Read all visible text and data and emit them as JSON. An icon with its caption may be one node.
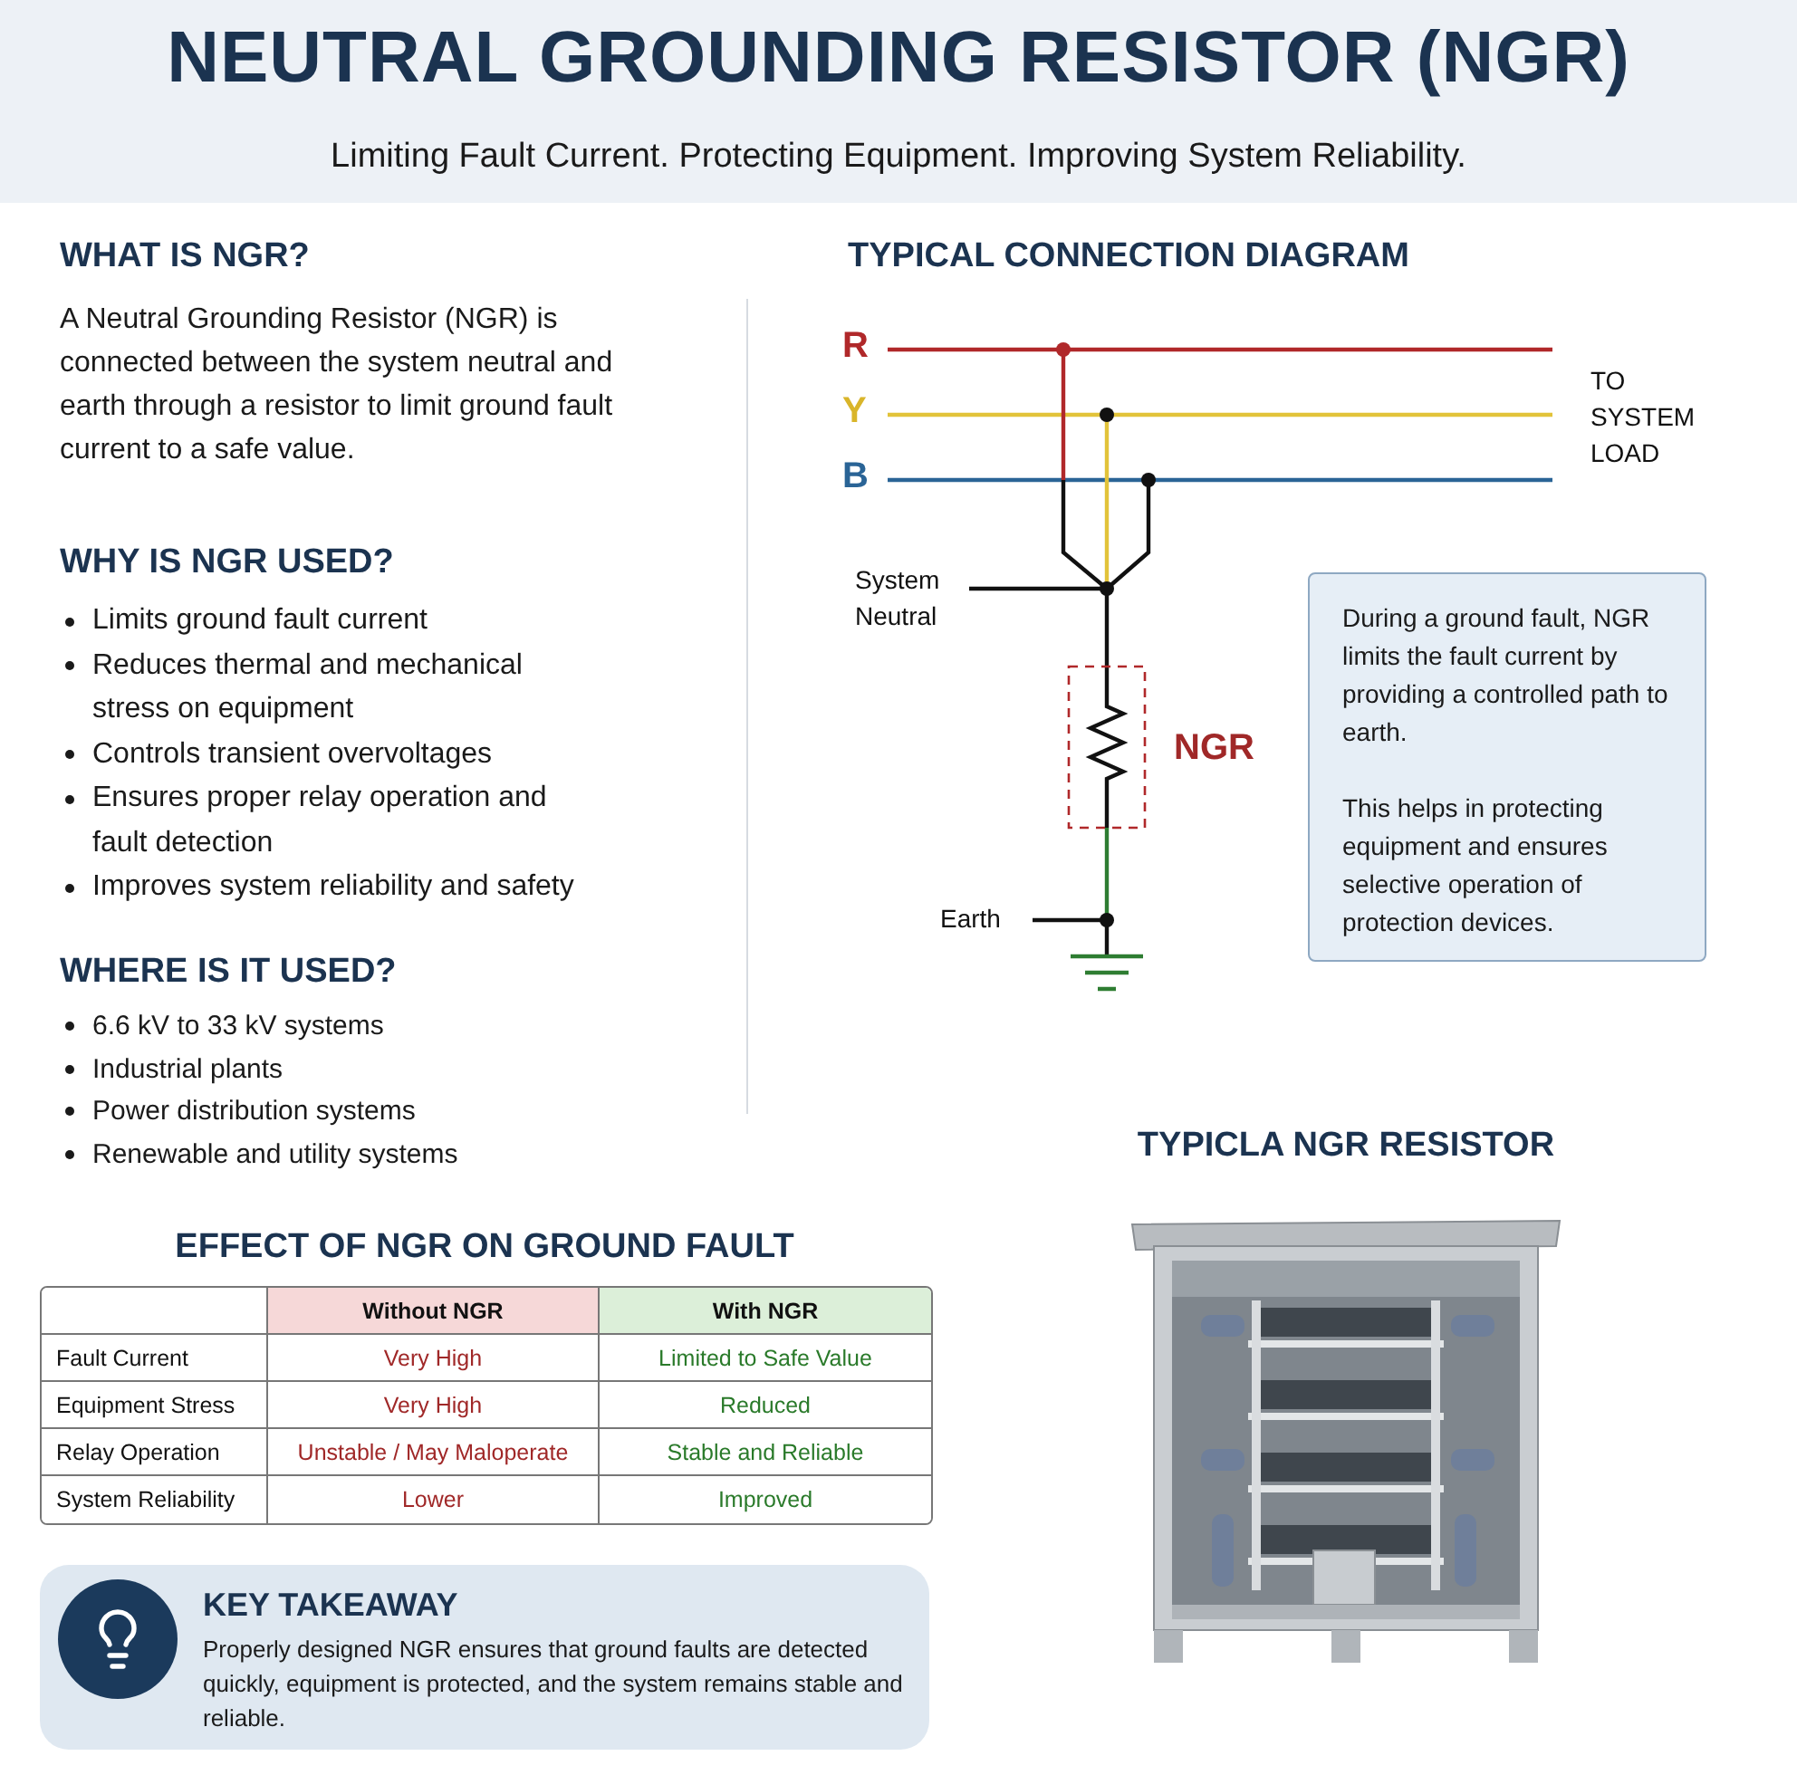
{
  "diagram": {
    "title": "NEUTRAL GROUNDING RESISTOR (NGR)",
    "nodes": [
      {
        "text": [
          "During a ground fault, NGR limits the fault current by providing a controlled path to earth.",
          "This helps in protecting equipment and ensures selective operation of protection devices."
        ]
      },
      {
        "text": [
          "KEY TAKEAWAY",
          "Properly designed NGR ensures that ground faults are detected quickly, equipment is protected, and the system remains stable and reliable."
        ]
      }
    ],
    "labels": [
      "Limiting Fault Current. Protecting Equipment. Improving System Reliability.",
      "WHAT IS NGR?",
      "A Neutral Grounding Resistor (NGR) is connected between the system neutral and earth through a resistor to limit ground fault current to a safe value.",
      "WHY IS NGR USED?",
      "Limits ground fault current",
      "Reduces thermal and mechanical stress on equipment",
      "Controls transient overvoltages",
      "Ensures proper relay operation and fault detection",
      "Improves system reliability and safety",
      "WHERE IS IT USED?",
      "6.6 kV to 33 kV systems",
      "Industrial plants",
      "Power distribution systems",
      "Renewable and utility systems",
      "TYPICAL CONNECTION DIAGRAM",
      "R",
      "Y",
      "B",
      "TO SYSTEM LOAD",
      "System Neutral",
      "NGR",
      "Earth",
      "TYPICLA NGR RESISTOR",
      "EFFECT OF NGR ON GROUND FAULT",
      "Without NGR",
      "With NGR",
      "Fault Current",
      "Very High",
      "Limited to Safe Value",
      "Equipment Stress",
      "Very High",
      "Reduced",
      "Relay Operation",
      "Unstable / May Maloperate",
      "Stable and Reliable",
      "System Reliability",
      "Lower",
      "Improved"
    ]
  }
}
